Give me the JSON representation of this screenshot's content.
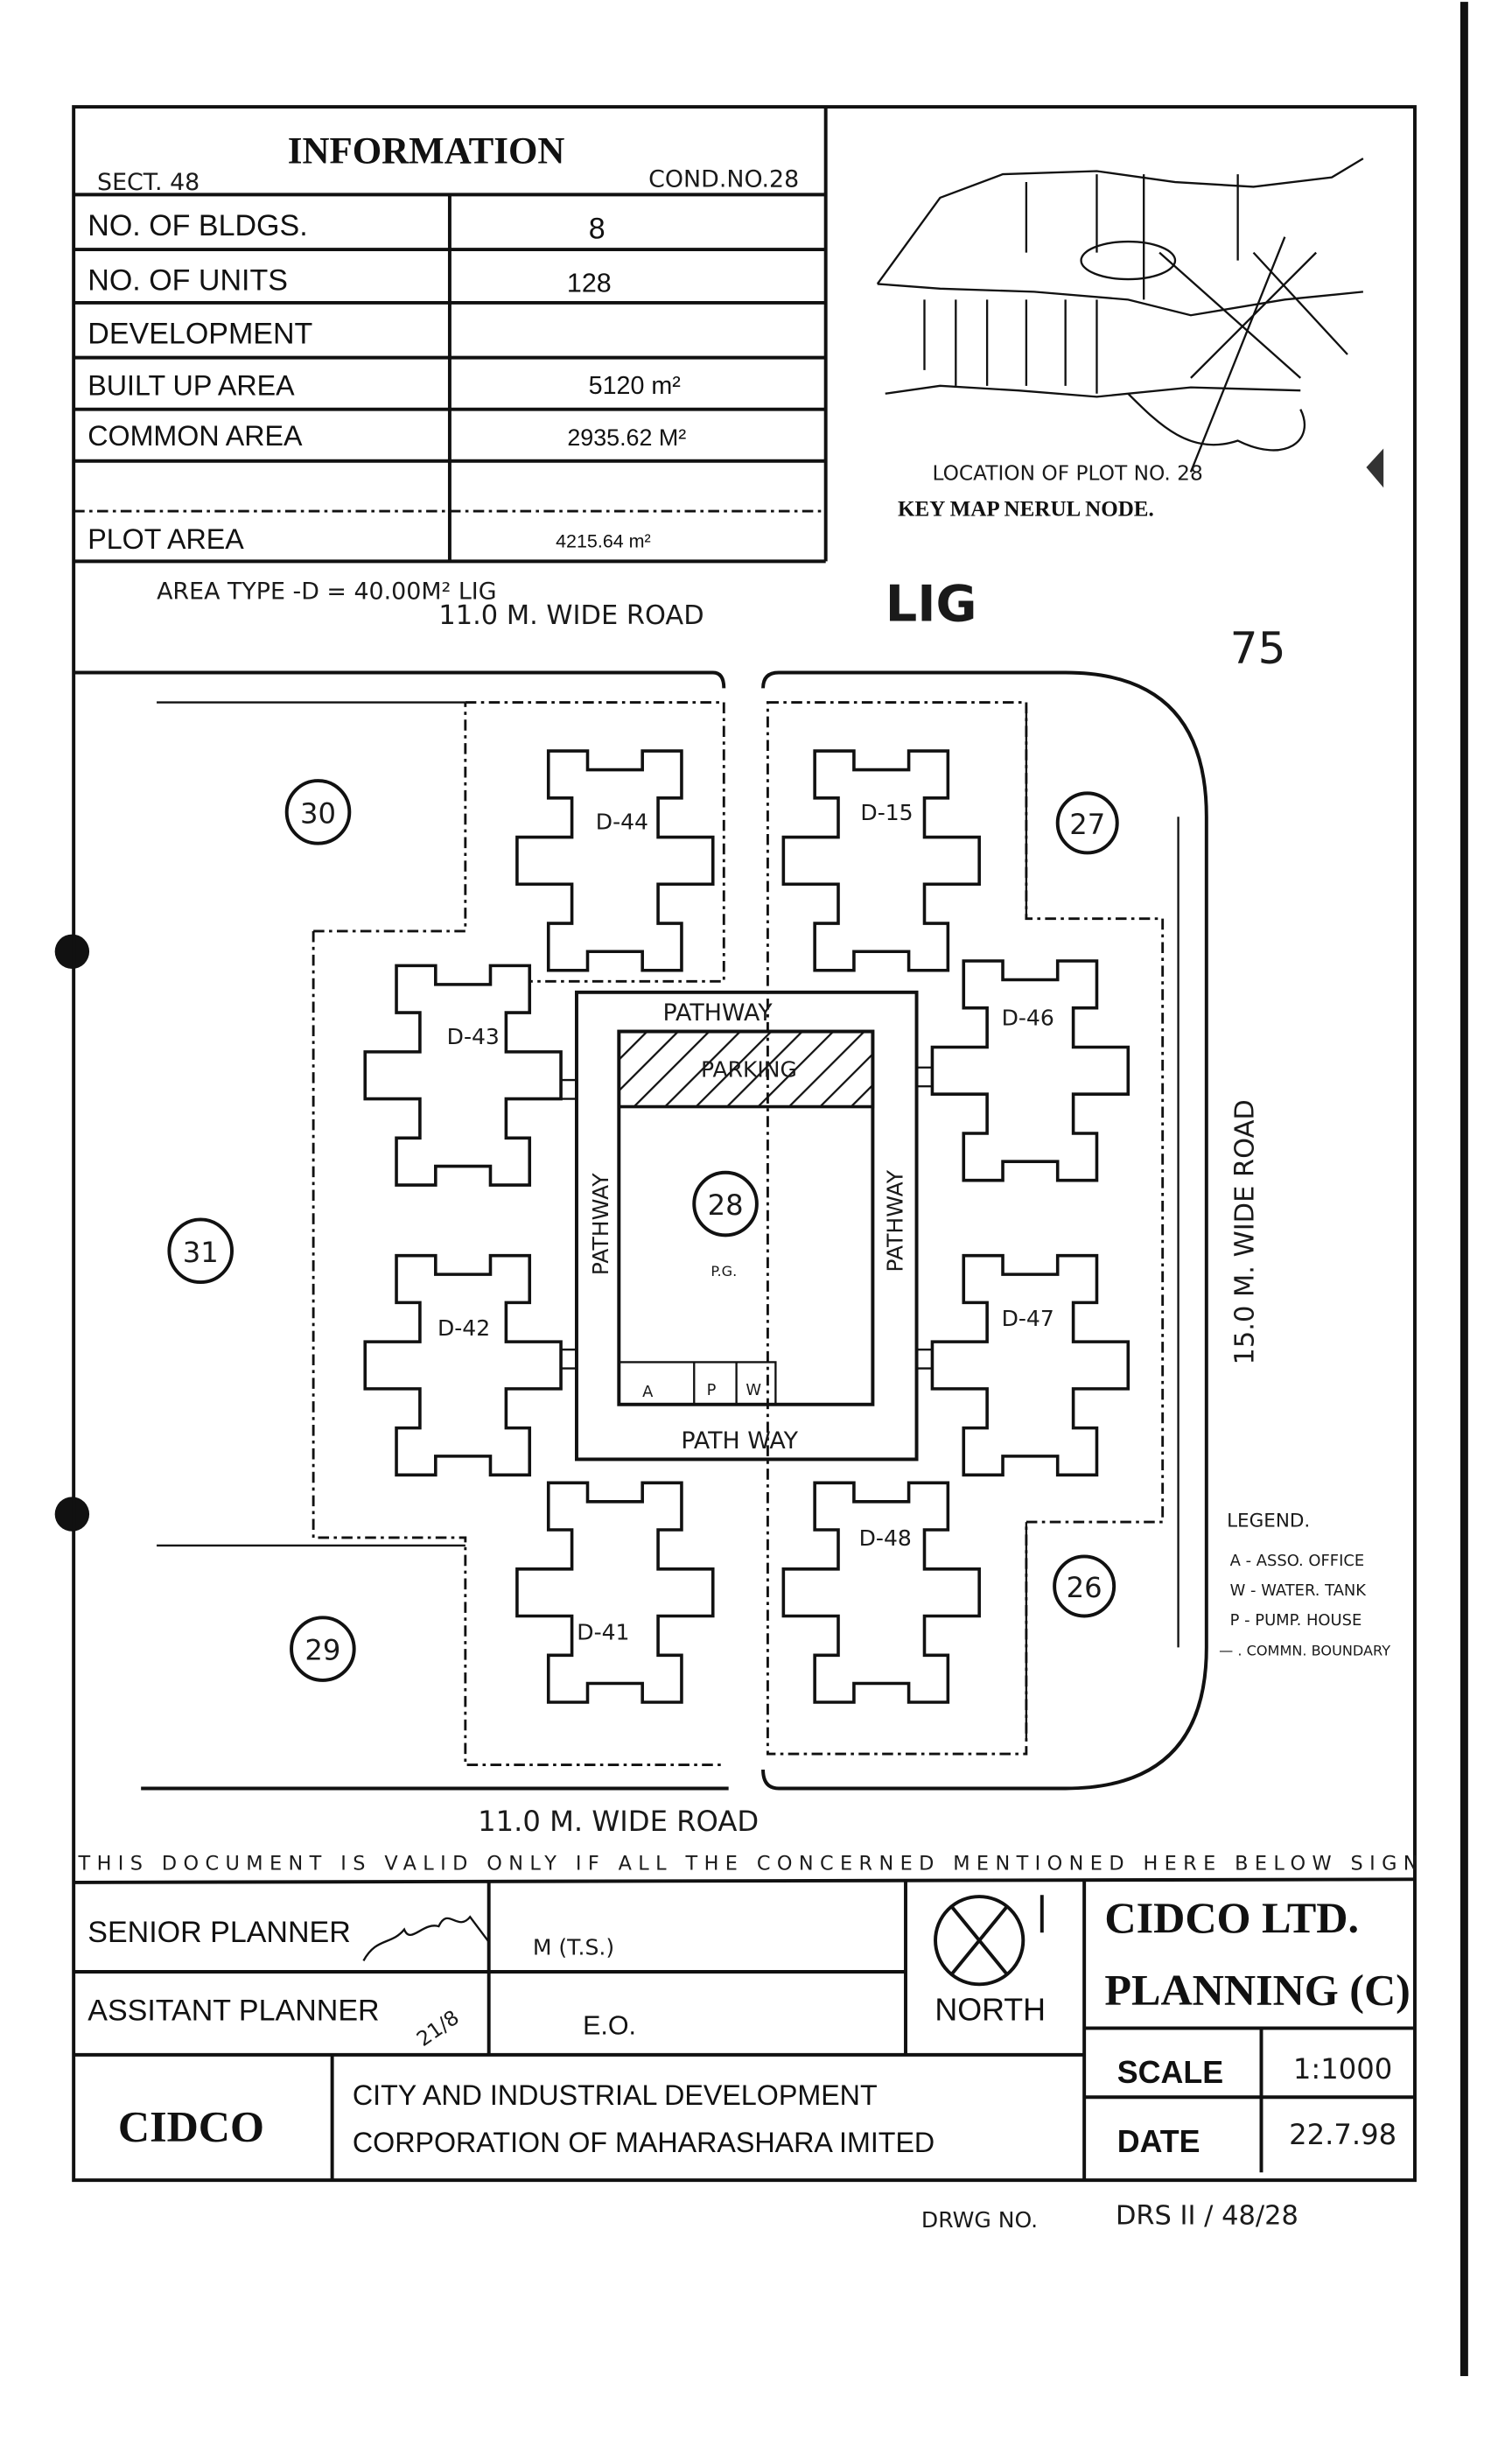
{
  "info_table": {
    "title": "INFORMATION",
    "sector": "SECT. 48",
    "cond_no": "COND.NO.28",
    "rows": [
      {
        "label": "NO. OF BLDGS.",
        "value": "8"
      },
      {
        "label": "NO. OF UNITS",
        "value": "128"
      },
      {
        "label": "DEVELOPMENT",
        "value": ""
      },
      {
        "label": "BUILT UP AREA",
        "value": "5120 m²"
      },
      {
        "label": "COMMON AREA",
        "value": "2935.62 M²"
      },
      {
        "label": "",
        "value": ""
      },
      {
        "label": "PLOT AREA",
        "value": "4215.64 m²"
      }
    ],
    "area_type": "AREA TYPE -D = 40.00M²  LIG"
  },
  "key_map": {
    "location_label": "LOCATION OF PLOT NO. 28",
    "caption": "KEY MAP NERUL NODE."
  },
  "site_plan": {
    "handwritten_lig": "LIG",
    "handwritten_number": "75",
    "top_road": "11.0 M. WIDE ROAD",
    "bottom_road": "11.0 M. WIDE ROAD",
    "side_road": "15.0 M. WIDE ROAD",
    "buildings": [
      "D-44",
      "D-15",
      "D-43",
      "D-46",
      "D-42",
      "D-47",
      "D-41",
      "D-48"
    ],
    "plots": [
      "30",
      "27",
      "31",
      "29",
      "26",
      "28"
    ],
    "pathway_top": "PATHWAY",
    "pathway_bottom": "PATH WAY",
    "pathway_left": "PATHWAY",
    "pathway_right": "PATHWAY",
    "parking": "PARKING",
    "play_area": "P.G.",
    "utility_labels": [
      "A",
      "P",
      "W"
    ],
    "legend": {
      "title": "LEGEND.",
      "items": [
        "A - ASSO. OFFICE",
        "W - WATER. TANK",
        "P - PUMP. HOUSE",
        "— . COMMN. BOUNDARY"
      ]
    }
  },
  "disclaimer": "THIS DOCUMENT IS VALID ONLY IF ALL THE CONCERNED MENTIONED HERE BELOW SIGN",
  "title_block": {
    "senior_planner": "SENIOR PLANNER",
    "senior_note": "M (T.S.)",
    "assistant_planner": "ASSITANT PLANNER",
    "assistant_date": "21/8",
    "eo": "E.O.",
    "north": "NORTH",
    "company": "CIDCO LTD.",
    "department": "PLANNING (C)",
    "scale_label": "SCALE",
    "scale_value": "1:1000",
    "date_label": "DATE",
    "date_value": "22.7.98",
    "logo_text": "CIDCO",
    "org_line1": "CITY AND INDUSTRIAL DEVELOPMENT",
    "org_line2": "CORPORATION OF MAHARASHARA IMITED",
    "drawing_no_label": "DRWG NO.",
    "drawing_no_value": "DRS II / 48/28"
  }
}
